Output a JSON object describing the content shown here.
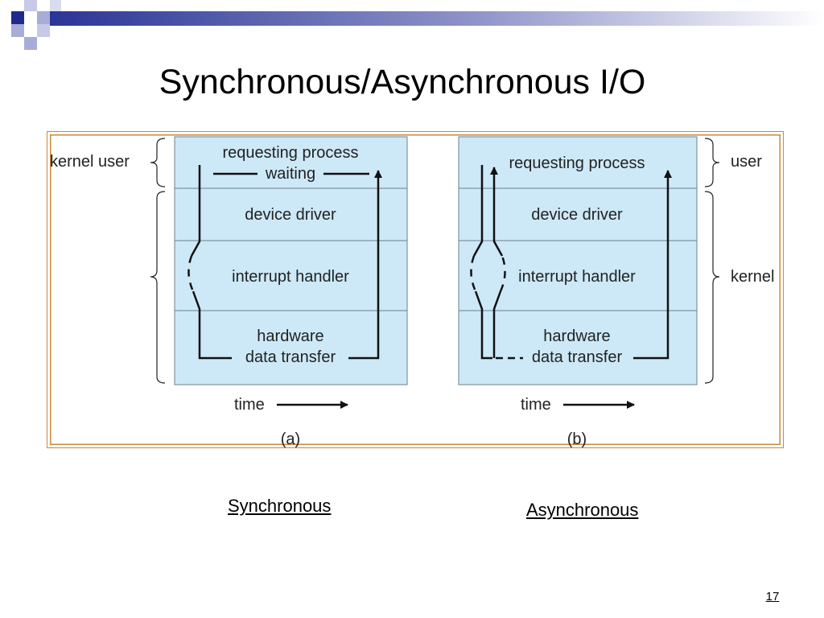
{
  "slide": {
    "title": "Synchronous/Asynchronous I/O",
    "page_number": "17"
  },
  "diagram": {
    "panel_a": {
      "rows": [
        "requesting process",
        "device driver",
        "interrupt handler",
        "hardware"
      ],
      "waiting_label": "waiting",
      "data_transfer_label": "data transfer",
      "left_labels": "kernel user",
      "time_label": "time",
      "caption": "(a)"
    },
    "panel_b": {
      "rows": [
        "requesting process",
        "device driver",
        "interrupt handler",
        "hardware"
      ],
      "data_transfer_label": "data transfer",
      "user_label": "user",
      "kernel_label": "kernel",
      "time_label": "time",
      "caption": "(b)"
    }
  },
  "captions": {
    "synchronous": "Synchronous",
    "asynchronous": "Asynchronous"
  },
  "colors": {
    "box_fill": "#cde9f8",
    "frame": "#c98a3a",
    "deco_dark": "#1f2a8c",
    "deco_light": "#a8acd8"
  }
}
